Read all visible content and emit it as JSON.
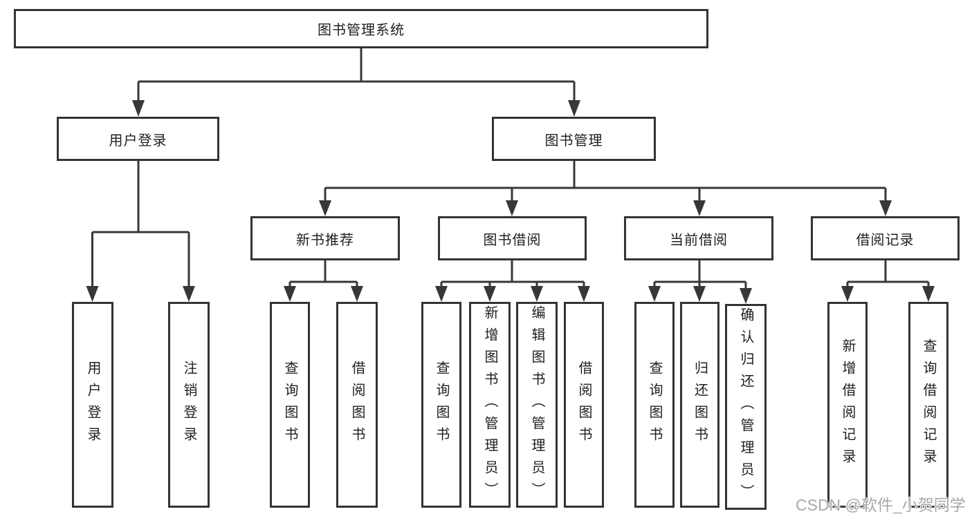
{
  "nodes": {
    "root": "图书管理系统",
    "userLogin": "用户登录",
    "bookMgmt": "图书管理",
    "newBook": "新书推荐",
    "bookBorrow": "图书借阅",
    "currentBorrow": "当前借阅",
    "borrowRecord": "借阅记录",
    "leafUserLogin": "用户登录",
    "leafLogout": "注销登录",
    "nbQuery": "查询图书",
    "nbBorrow": "借阅图书",
    "bbQuery": "查询图书",
    "bbAdd": "新增图书（管理员）",
    "bbEdit": "编辑图书（管理员）",
    "bbBorrow": "借阅图书",
    "cbQuery": "查询图书",
    "cbReturn": "归还图书",
    "cbConfirm": "确认归还（管理员）",
    "brAdd": "新增借阅记录",
    "brQuery": "查询借阅记录"
  },
  "watermark": "CSDN @软件_小贺同学",
  "colors": {
    "line": "#373737",
    "border": "#333333",
    "text": "#1f1f1f",
    "watermark": "#a8a8a8",
    "background": "#ffffff"
  }
}
